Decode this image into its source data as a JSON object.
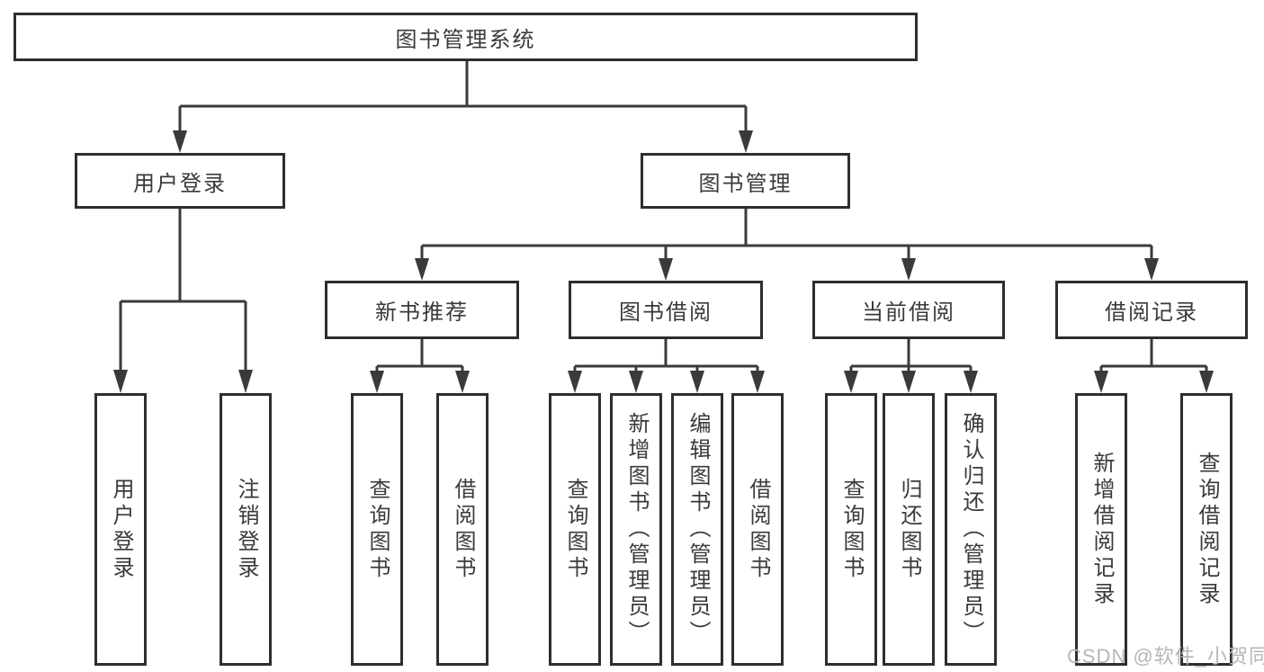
{
  "diagram": {
    "root_label": "图书管理系统",
    "branches": [
      {
        "label": "用户登录",
        "children": [
          {
            "label": "用户登录"
          },
          {
            "label": "注销登录"
          }
        ]
      },
      {
        "label": "图书管理",
        "children": [
          {
            "label": "新书推荐",
            "children": [
              {
                "label": "查询图书"
              },
              {
                "label": "借阅图书"
              }
            ]
          },
          {
            "label": "图书借阅",
            "children": [
              {
                "label": "查询图书"
              },
              {
                "label": "新增图书（管理员）"
              },
              {
                "label": "编辑图书（管理员）"
              },
              {
                "label": "借阅图书"
              }
            ]
          },
          {
            "label": "当前借阅",
            "children": [
              {
                "label": "查询图书"
              },
              {
                "label": "归还图书"
              },
              {
                "label": "确认归还（管理员）"
              }
            ]
          },
          {
            "label": "借阅记录",
            "children": [
              {
                "label": "新增借阅记录"
              },
              {
                "label": "查询借阅记录"
              }
            ]
          }
        ]
      }
    ]
  },
  "watermark": {
    "text": "CSDN @软件_小贺同学"
  },
  "colors": {
    "line": "#3a3a3a",
    "border": "#2e2e2e",
    "text": "#3a3a3a",
    "watermark": "#b6b6b6",
    "background": "#ffffff"
  }
}
